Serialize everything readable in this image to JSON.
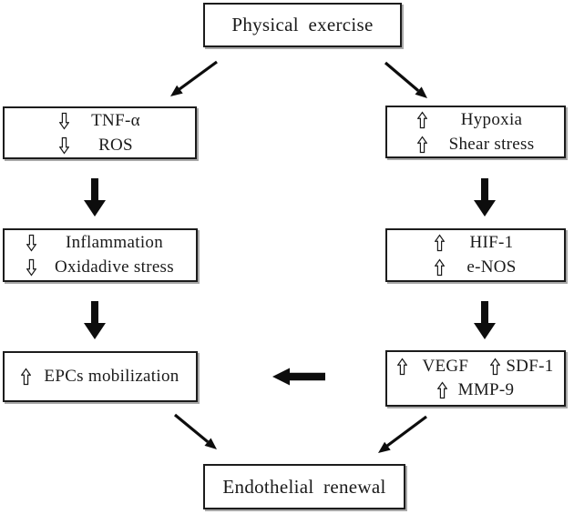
{
  "colors": {
    "background": "#ffffff",
    "text": "#1a1a1a",
    "box_border": "#1c1c1c",
    "box_shadow": "#a8a8a8",
    "arrow": "#0d0d0d"
  },
  "icons": {
    "increase": "up-hollow-arrow-icon",
    "decrease": "down-hollow-arrow-icon",
    "flow_down": "thick-down-arrow-icon",
    "flow_left": "thick-left-arrow-icon",
    "flow_diagonal": "thin-diagonal-arrow-icon"
  },
  "nodes": {
    "physical_exercise": {
      "label": "Physical exercise"
    },
    "tnf_ros": {
      "rows": [
        {
          "direction": "decrease",
          "label": "TNF-α"
        },
        {
          "direction": "decrease",
          "label": "ROS"
        }
      ]
    },
    "hypoxia_shear": {
      "rows": [
        {
          "direction": "increase",
          "label": "Hypoxia"
        },
        {
          "direction": "increase",
          "label": "Shear stress"
        }
      ]
    },
    "inflammation_oxidative": {
      "rows": [
        {
          "direction": "decrease",
          "label": "Inflammation"
        },
        {
          "direction": "decrease",
          "label": "Oxidadive stress"
        }
      ]
    },
    "hif_enos": {
      "rows": [
        {
          "direction": "increase",
          "label": "HIF-1"
        },
        {
          "direction": "increase",
          "label": "e-NOS"
        }
      ]
    },
    "epcs": {
      "rows": [
        {
          "direction": "increase",
          "label": "EPCs mobilization"
        }
      ]
    },
    "vegf_sdf_mmp": {
      "row1": [
        {
          "direction": "increase",
          "label": "VEGF"
        },
        {
          "direction": "increase",
          "label": "SDF-1"
        }
      ],
      "row2": [
        {
          "direction": "increase",
          "label": "MMP-9"
        }
      ]
    },
    "endothelial_renewal": {
      "label": "Endothelial renewal"
    }
  }
}
